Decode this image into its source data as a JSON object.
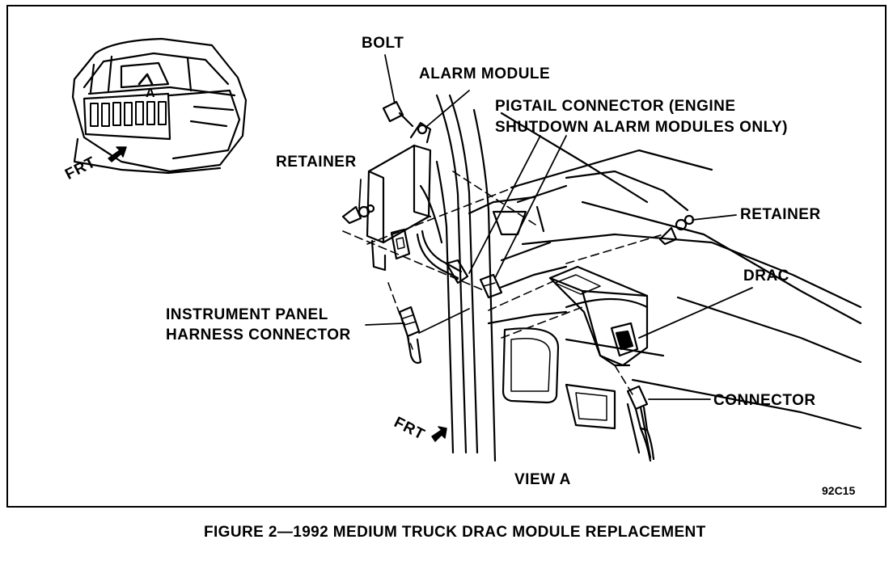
{
  "labels": {
    "bolt": "BOLT",
    "alarm_module": "ALARM MODULE",
    "pigtail_line1": "PIGTAIL CONNECTOR (ENGINE",
    "pigtail_line2": "SHUTDOWN ALARM MODULES ONLY)",
    "retainer_left": "RETAINER",
    "retainer_right": "RETAINER",
    "drac": "DRAC",
    "ip_harness_line1": "INSTRUMENT PANEL",
    "ip_harness_line2": "HARNESS CONNECTOR",
    "connector": "CONNECTOR",
    "view_a": "VIEW A",
    "frt_top": "FRT",
    "frt_bottom": "FRT",
    "inset_view_marker": "A"
  },
  "figure_ref": "92C15",
  "caption": "FIGURE 2—1992 MEDIUM TRUCK DRAC MODULE REPLACEMENT"
}
